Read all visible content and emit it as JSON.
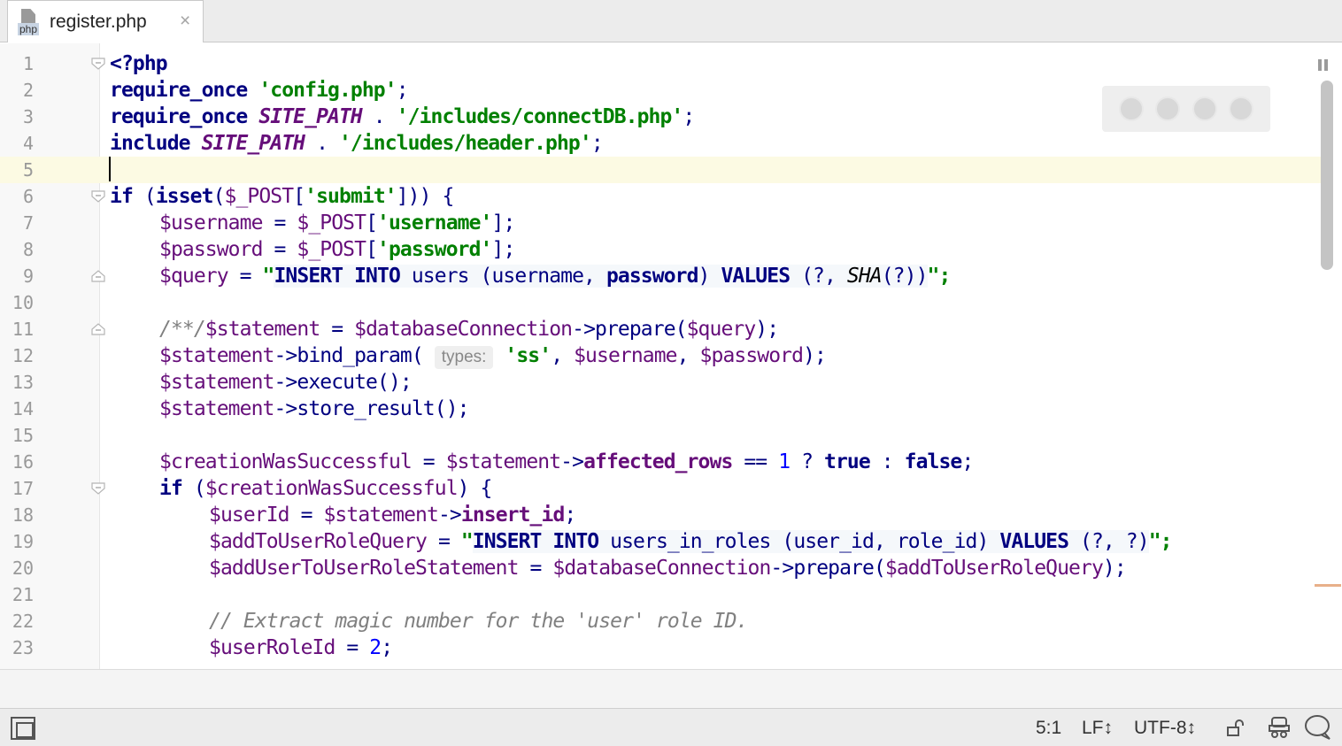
{
  "tab": {
    "file_name": "register.php",
    "file_type_label": "php",
    "close_glyph": "×"
  },
  "editor": {
    "lines": [
      {
        "num": "1"
      },
      {
        "num": "2"
      },
      {
        "num": "3"
      },
      {
        "num": "4"
      },
      {
        "num": "5"
      },
      {
        "num": "6"
      },
      {
        "num": "7"
      },
      {
        "num": "8"
      },
      {
        "num": "9"
      },
      {
        "num": "10"
      },
      {
        "num": "11"
      },
      {
        "num": "12"
      },
      {
        "num": "13"
      },
      {
        "num": "14"
      },
      {
        "num": "15"
      },
      {
        "num": "16"
      },
      {
        "num": "17"
      },
      {
        "num": "18"
      },
      {
        "num": "19"
      },
      {
        "num": "20"
      },
      {
        "num": "21"
      },
      {
        "num": "22"
      },
      {
        "num": "23"
      }
    ],
    "code": {
      "l1": "<?php",
      "l2_kw": "require_once",
      "l2_str": "'config.php'",
      "l2_end": ";",
      "l3_kw": "require_once",
      "l3_const": "SITE_PATH",
      "l3_dot": " . ",
      "l3_str": "'/includes/connectDB.php'",
      "l3_end": ";",
      "l4_kw": "include",
      "l4_const": "SITE_PATH",
      "l4_dot": " . ",
      "l4_str": "'/includes/header.php'",
      "l4_end": ";",
      "l6_kw": "if",
      "l6_a": " (",
      "l6_fn": "isset",
      "l6_b": "(",
      "l6_var": "$_POST",
      "l6_c": "[",
      "l6_str": "'submit'",
      "l6_d": "])) {",
      "l7_var": "$username",
      "l7_a": " = ",
      "l7_var2": "$_POST",
      "l7_b": "[",
      "l7_str": "'username'",
      "l7_c": "];",
      "l8_var": "$password",
      "l8_a": " = ",
      "l8_var2": "$_POST",
      "l8_b": "[",
      "l8_str": "'password'",
      "l8_c": "];",
      "l9_var": "$query",
      "l9_a": " = ",
      "l9_q": "\"",
      "l9_k1": "INSERT INTO",
      "l9_t": " users (username, ",
      "l9_k2": "password",
      "l9_t2": ") ",
      "l9_k3": "VALUES",
      "l9_t3": " (?, ",
      "l9_fn": "SHA",
      "l9_t4": "(?))",
      "l9_end": "\";",
      "l11_c": "/**/",
      "l11_var": "$statement",
      "l11_a": " = ",
      "l11_var2": "$databaseConnection",
      "l11_b": "->prepare(",
      "l11_var3": "$query",
      "l11_c2": ");",
      "l12_var": "$statement",
      "l12_a": "->bind_param( ",
      "l12_hint": "types:",
      "l12_sp": " ",
      "l12_str": "'ss'",
      "l12_b": ", ",
      "l12_var2": "$username",
      "l12_c": ", ",
      "l12_var3": "$password",
      "l12_d": ");",
      "l13_var": "$statement",
      "l13_a": "->execute();",
      "l14_var": "$statement",
      "l14_a": "->store_result();",
      "l16_var": "$creationWasSuccessful",
      "l16_a": " = ",
      "l16_var2": "$statement",
      "l16_b": "->",
      "l16_fld": "affected_rows",
      "l16_c": " == ",
      "l16_num": "1",
      "l16_d": " ? ",
      "l16_true": "true",
      "l16_e": " : ",
      "l16_false": "false",
      "l16_f": ";",
      "l17_kw": "if",
      "l17_a": " (",
      "l17_var": "$creationWasSuccessful",
      "l17_b": ") {",
      "l18_var": "$userId",
      "l18_a": " = ",
      "l18_var2": "$statement",
      "l18_b": "->",
      "l18_fld": "insert_id",
      "l18_c": ";",
      "l19_var": "$addToUserRoleQuery",
      "l19_a": " = ",
      "l19_q": "\"",
      "l19_k1": "INSERT INTO",
      "l19_t": " users_in_roles (user_id, role_id) ",
      "l19_k2": "VALUES",
      "l19_t2": " (?, ?)",
      "l19_end": "\";",
      "l20_var": "$addUserToUserRoleStatement",
      "l20_a": " = ",
      "l20_var2": "$databaseConnection",
      "l20_b": "->prepare(",
      "l20_var3": "$addToUserRoleQuery",
      "l20_c": ");",
      "l22_c": "// Extract magic number for the 'user' role ID.",
      "l23_var": "$userRoleId",
      "l23_a": " = ",
      "l23_num": "2",
      "l23_b": ";"
    }
  },
  "status": {
    "caret_position": "5:1",
    "line_separator": "LF↕",
    "encoding": "UTF-8↕"
  }
}
